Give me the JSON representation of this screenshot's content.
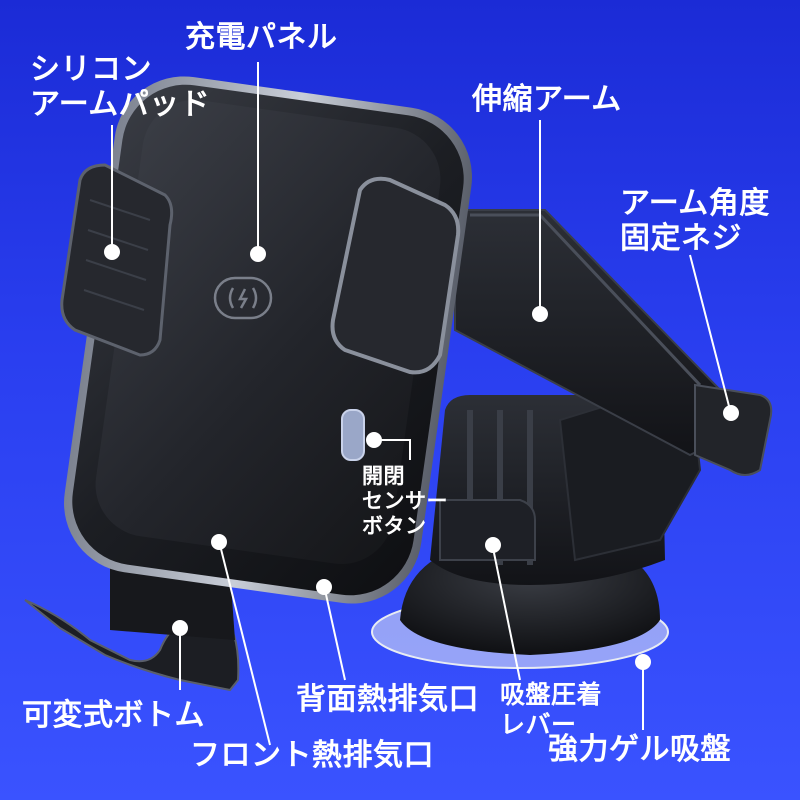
{
  "labels": {
    "silicone_pad": [
      "シリコン",
      "アームパッド"
    ],
    "charging_panel": "充電パネル",
    "telescopic_arm": "伸縮アーム",
    "arm_angle_screw": [
      "アーム角度",
      "固定ネジ"
    ],
    "sensor_button": [
      "開閉",
      "センサー",
      "ボタン"
    ],
    "variable_bottom": "可変式ボトム",
    "back_vent": "背面熱排気口",
    "suction_lever": [
      "吸盤圧着",
      "レバー"
    ],
    "front_vent": "フロント熱排気口",
    "suction_cup": "強力ゲル吸盤"
  },
  "colors": {
    "background_top": "#1b2bd6",
    "background_bottom": "#3a53ff",
    "text": "#ffffff",
    "leader": "#ffffff"
  }
}
